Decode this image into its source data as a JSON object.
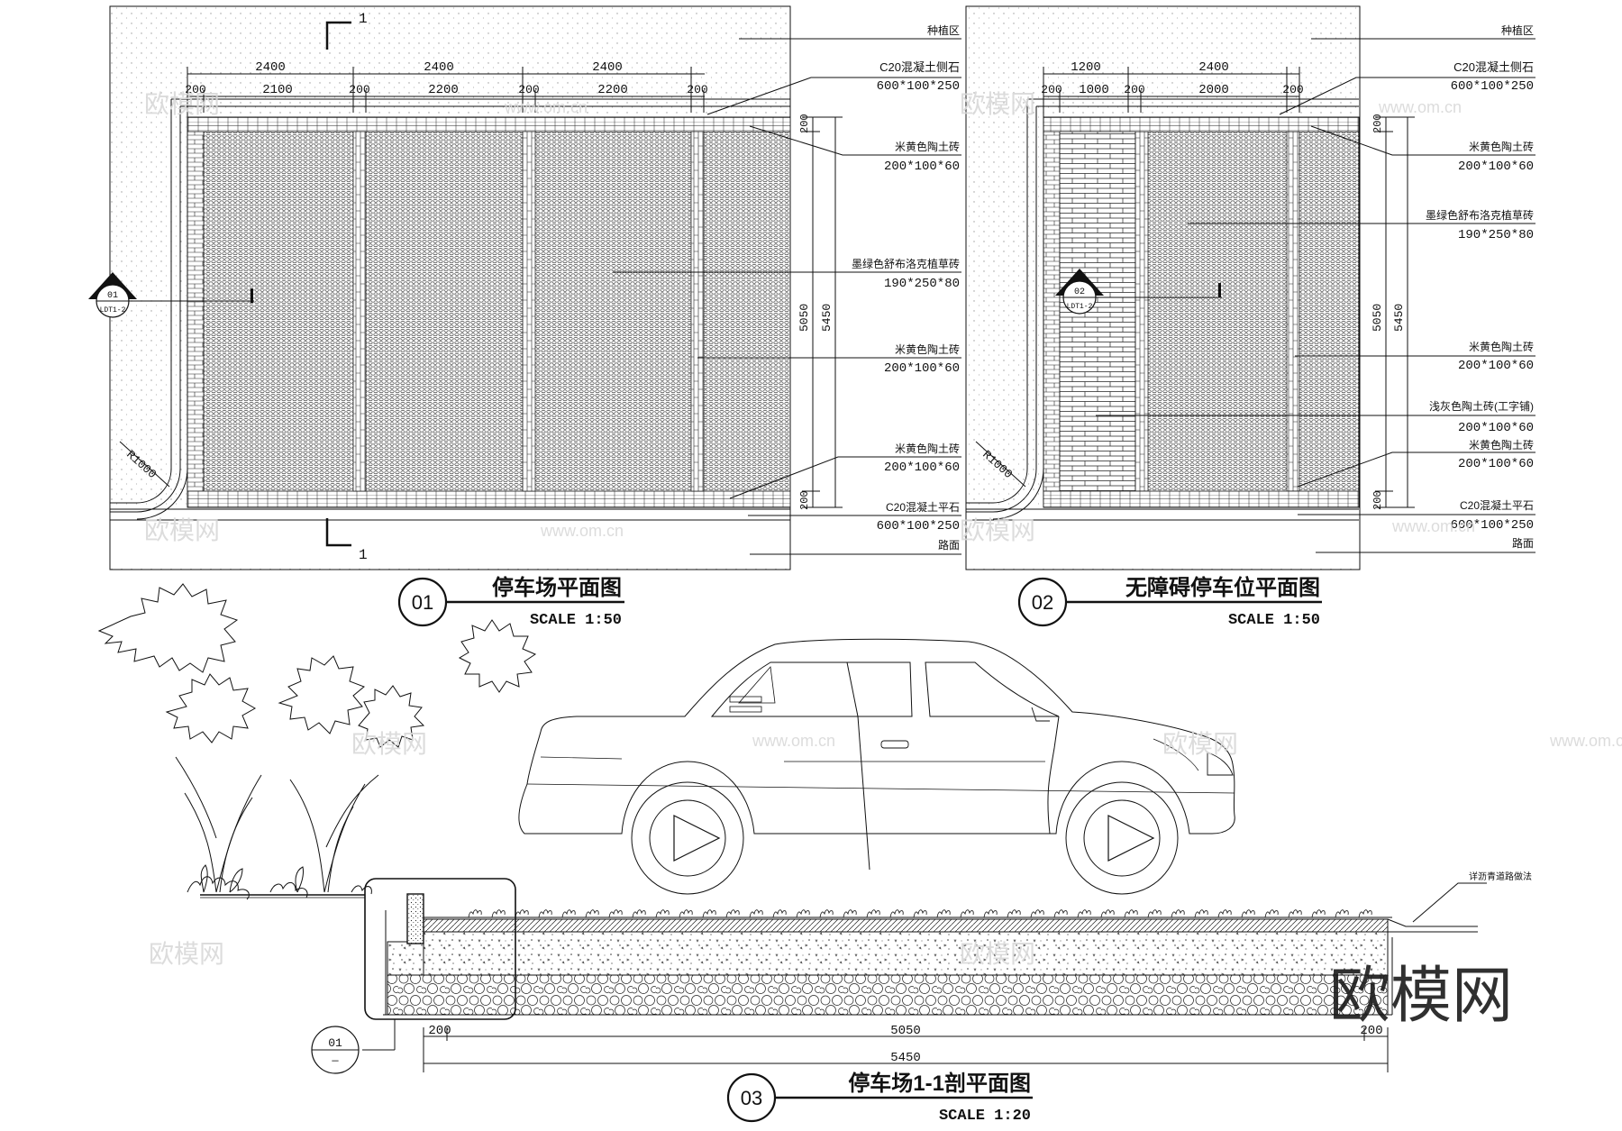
{
  "plan01": {
    "number": "01",
    "title": "停车场平面图",
    "scale": "SCALE 1:50",
    "section_mark": "1",
    "index_symbol": {
      "top": "01",
      "bottom": "LDT1-2"
    },
    "radius": "R1000",
    "dims_top_major": [
      "2400",
      "2400",
      "2400"
    ],
    "dims_top_minor": [
      "200",
      "2100",
      "200",
      "2200",
      "200",
      "2200",
      "200"
    ],
    "dims_right": [
      "200",
      "5050",
      "5450",
      "200"
    ],
    "labels": [
      {
        "name": "种植区"
      },
      {
        "name": "C20混凝土侧石",
        "size": "600*100*250"
      },
      {
        "name": "米黄色陶土砖",
        "size": "200*100*60"
      },
      {
        "name": "墨绿色舒布洛克植草砖",
        "size": "190*250*80"
      },
      {
        "name": "米黄色陶土砖",
        "size": "200*100*60"
      },
      {
        "name": "米黄色陶土砖",
        "size": "200*100*60"
      },
      {
        "name": "C20混凝土平石",
        "size": "600*100*250"
      },
      {
        "name": "路面"
      }
    ]
  },
  "plan02": {
    "number": "02",
    "title": "无障碍停车位平面图",
    "scale": "SCALE 1:50",
    "index_symbol": {
      "top": "02",
      "bottom": "LDT1-2"
    },
    "radius": "R1000",
    "dims_top_major": [
      "1200",
      "2400"
    ],
    "dims_top_minor": [
      "200",
      "1000",
      "200",
      "2000",
      "200"
    ],
    "dims_right": [
      "200",
      "5050",
      "5450",
      "200"
    ],
    "labels": [
      {
        "name": "种植区"
      },
      {
        "name": "C20混凝土侧石",
        "size": "600*100*250"
      },
      {
        "name": "米黄色陶土砖",
        "size": "200*100*60"
      },
      {
        "name": "墨绿色舒布洛克植草砖",
        "size": "190*250*80"
      },
      {
        "name": "米黄色陶土砖",
        "size": "200*100*60"
      },
      {
        "name": "浅灰色陶土砖(工字铺)",
        "size": "200*100*60"
      },
      {
        "name": "米黄色陶土砖",
        "size": "200*100*60"
      },
      {
        "name": "C20混凝土平石",
        "size": "600*100*250"
      },
      {
        "name": "路面"
      }
    ]
  },
  "section03": {
    "number": "03",
    "title": "停车场1-1剖平面图",
    "scale": "SCALE 1:20",
    "asphalt_label": "详沥青道路做法",
    "detail_index": {
      "top": "01",
      "bottom": "—"
    },
    "dims": [
      "200",
      "5050",
      "200",
      "5450"
    ]
  },
  "watermark": {
    "site": "www.om.cn",
    "brand": "欧模网"
  }
}
